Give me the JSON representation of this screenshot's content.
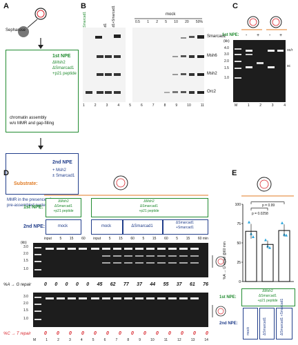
{
  "panels": {
    "a": "A",
    "b": "B",
    "c": "C",
    "d": "D",
    "e": "E"
  },
  "panelA": {
    "sepharose": "Sepharose",
    "first_title": "1st NPE",
    "first_lines": [
      "ΔMsh2",
      "ΔSmarcad1",
      "+p21 peptide"
    ],
    "first_caption": [
      "chromatin assembly",
      "w/o MMR and gap-filling"
    ],
    "second_title": "2nd NPE",
    "second_lines": [
      "+ Msh2",
      "± Smarcad1"
    ],
    "question": [
      "MMR in the presence of",
      "pre-assembled nucleosomes?"
    ]
  },
  "panelB": {
    "col_headers": [
      "ΔMsh2 ΔSmarcad1",
      "mock",
      "ΔSmarcad1",
      "ΔSmarcad1+Smarcad1"
    ],
    "mock_label": "mock",
    "titration": [
      "0.5",
      "1",
      "2",
      "5",
      "10",
      "20",
      "50%"
    ],
    "rows": [
      "Smarcad1",
      "Msh6",
      "Msh2",
      "Orc2"
    ],
    "lanes": [
      "1",
      "2",
      "3",
      "4",
      "5",
      "6",
      "7",
      "8",
      "9",
      "10",
      "11"
    ]
  },
  "panelC": {
    "npe_label": "1st NPE:",
    "signs": [
      "-",
      "+",
      "-",
      "+"
    ],
    "kb_label": "(kb)",
    "kb": [
      "4.0",
      "3.0",
      "2.0",
      "1.5",
      "1.0"
    ],
    "bands": [
      "oc/r",
      "sc"
    ],
    "lanes": [
      "M",
      "1",
      "2",
      "3",
      "4"
    ]
  },
  "panelD": {
    "substrate_label": "Substrate:",
    "first_label": "1st NPE:",
    "second_label": "2nd NPE:",
    "first_groups": [
      [
        "ΔMsh2",
        "ΔSmarcad1",
        "+p21 peptide"
      ],
      [
        "ΔMsh2",
        "ΔSmarcad1",
        "+p21 peptide"
      ]
    ],
    "second_groups": [
      "mock",
      "mock",
      "ΔSmarcad1",
      [
        "ΔSmarcad1",
        "+Smarcad1"
      ]
    ],
    "times_a": [
      "input",
      "5",
      "15",
      "60"
    ],
    "times_b": [
      "input",
      "5",
      "15",
      "60",
      "5",
      "15",
      "60",
      "5",
      "15",
      "60 min"
    ],
    "kb_label": "(kb)",
    "kb": [
      "3.0",
      "2.0",
      "1.5",
      "1.0"
    ],
    "repair_ag_label": "%A → G repair",
    "repair_ag": [
      "0",
      "0",
      "0",
      "0",
      "0",
      "45",
      "62",
      "77",
      "37",
      "44",
      "55",
      "37",
      "61",
      "76"
    ],
    "repair_ct_label": "%C → T repair",
    "repair_ct": [
      "0",
      "0",
      "0",
      "0",
      "0",
      "0",
      "0",
      "0",
      "0",
      "0",
      "0",
      "0",
      "0",
      "0"
    ],
    "lanes": [
      "M",
      "1",
      "2",
      "3",
      "4",
      "5",
      "6",
      "7",
      "8",
      "9",
      "10",
      "11",
      "12",
      "13",
      "14"
    ]
  },
  "panelE": {
    "ylabel": "%A → G repair @60 min",
    "yticks": [
      "0",
      "25",
      "50",
      "75",
      "100"
    ],
    "p1": "p = 0.0258",
    "p2": "p = 0.99",
    "first_label": "1st NPE:",
    "first_box": [
      "ΔMsh2",
      "ΔSmarcad1",
      "+p21 peptide"
    ],
    "second_label": "2nd NPE:",
    "xcats": [
      "mock",
      "ΔSmarcad1",
      "ΔSmarcad1 +Smarcad1"
    ]
  },
  "chart_data": {
    "type": "bar",
    "categories": [
      "mock",
      "ΔSmarcad1",
      "ΔSmarcad1 +Smarcad1"
    ],
    "values": [
      65,
      48,
      66
    ],
    "points": [
      [
        77,
        62,
        58
      ],
      [
        54,
        46,
        44
      ],
      [
        76,
        61,
        60
      ]
    ],
    "ylabel": "%A → G repair @60 min",
    "ylim": [
      0,
      100
    ],
    "colors": {
      "bar": "#ffffff",
      "edge": "#000000",
      "points": "#2ba6dd"
    }
  },
  "colors": {
    "green": "#1f8a2e",
    "blue": "#1f3c8a",
    "orange": "#e07a22",
    "red": "#d8232a",
    "point": "#2ba6dd"
  }
}
